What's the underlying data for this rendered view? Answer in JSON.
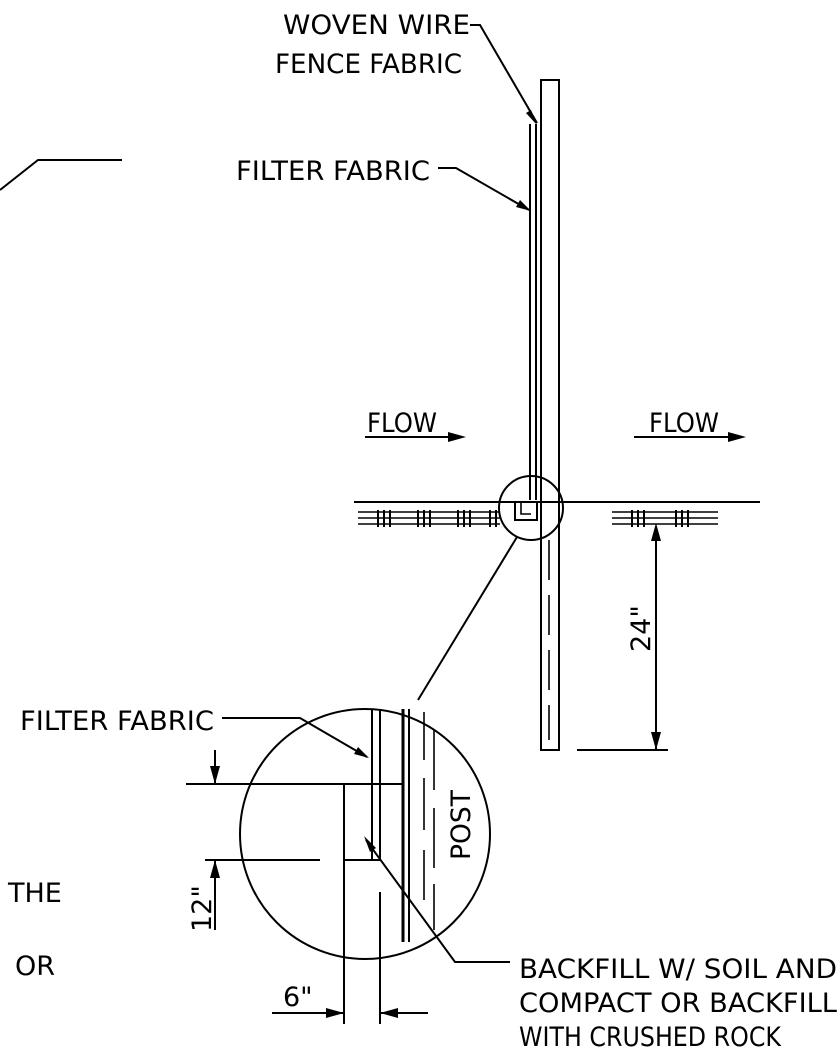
{
  "labels": {
    "woven_wire_1": "WOVEN WIRE",
    "woven_wire_2": "FENCE FABRIC",
    "filter_fabric_top": "FILTER FABRIC",
    "flow_left": "FLOW",
    "flow_right": "FLOW",
    "depth_24": "24\"",
    "filter_fabric_detail": "FILTER FABRIC",
    "post": "POST",
    "depth_12": "12\"",
    "width_6": "6\"",
    "backfill_1": "BACKFILL W/ SOIL AND",
    "backfill_2": "COMPACT OR BACKFILL",
    "backfill_3": "WITH CRUSHED ROCK",
    "partial_the": "THE",
    "partial_or": "OR"
  }
}
